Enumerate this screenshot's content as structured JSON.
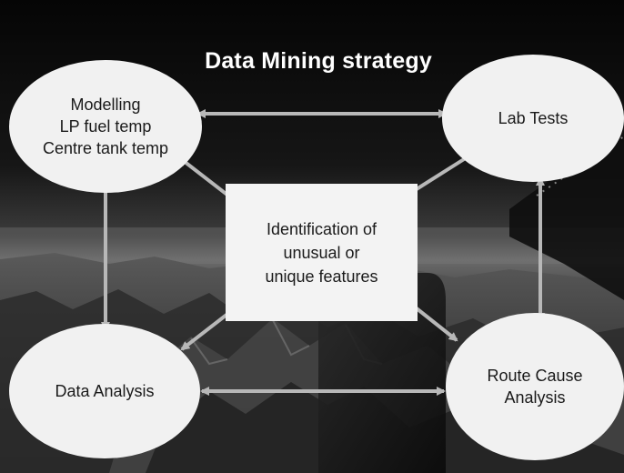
{
  "title": "Data Mining strategy",
  "nodes": {
    "modelling": "Modelling\nLP fuel temp\nCentre tank temp",
    "lab_tests": "Lab Tests",
    "data_analysis": "Data Analysis",
    "route_cause": "Route Cause\nAnalysis"
  },
  "center": "Identification of\nunusual or\nunique features",
  "colors": {
    "background_dark": "#0e0e0e",
    "node_fill": "#f1f1f1",
    "arrow": "#b8b8b8",
    "title_text": "#ffffff"
  }
}
